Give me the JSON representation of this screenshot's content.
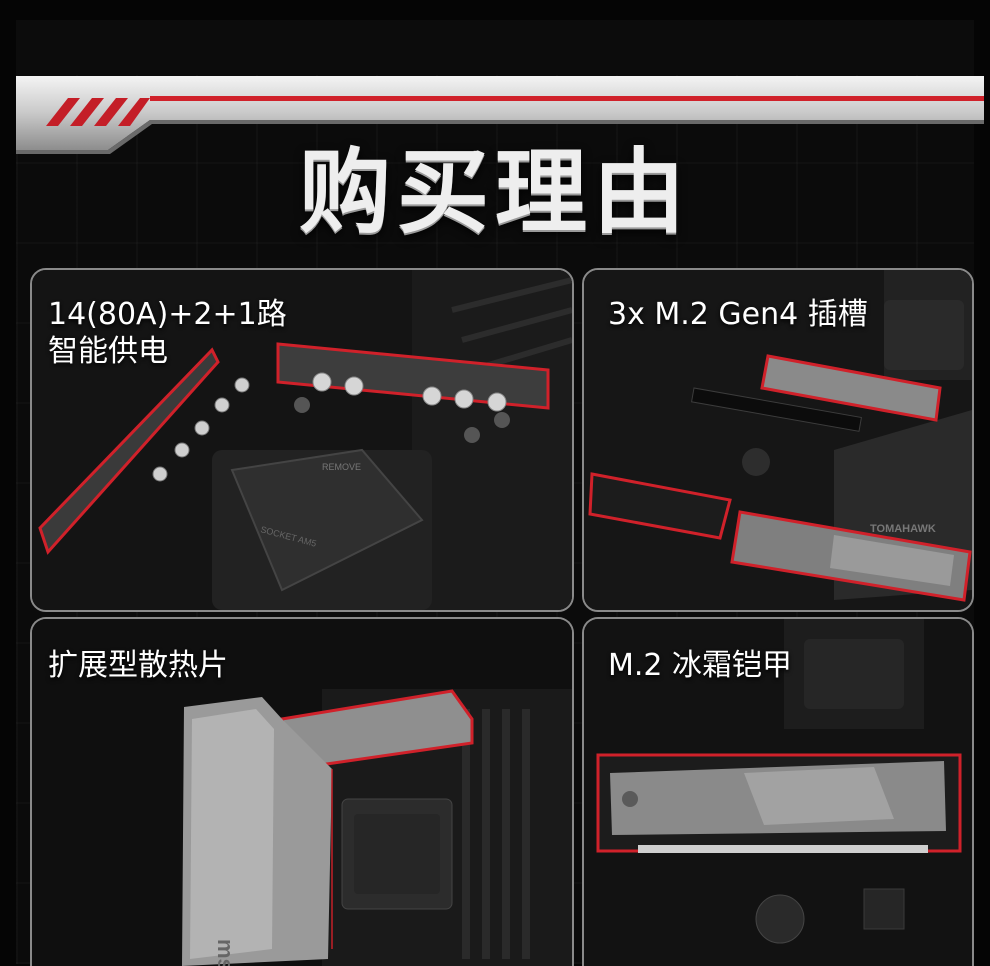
{
  "colors": {
    "accent_red": "#d0212a",
    "panel_border": "#8a8a8a",
    "background": "#0b0b0b"
  },
  "title": "购买理由",
  "panels": [
    {
      "line1": "14(80A)+2+1路",
      "line2": "智能供电",
      "image": "motherboard-vrm-photo"
    },
    {
      "line1": "3x M.2 Gen4 插槽",
      "image": "m2-slots-photo"
    },
    {
      "line1": "扩展型散热片",
      "image": "extended-heatsink-photo"
    },
    {
      "line1": "M.2 冰霜铠甲",
      "image": "m2-shield-frozr-photo"
    }
  ],
  "photo_text": {
    "socket_remove": "REMOVE",
    "socket_name": "SOCKET AM5",
    "brand_tomahawk": "TOMAHAWK",
    "brand_msi": "msi"
  }
}
